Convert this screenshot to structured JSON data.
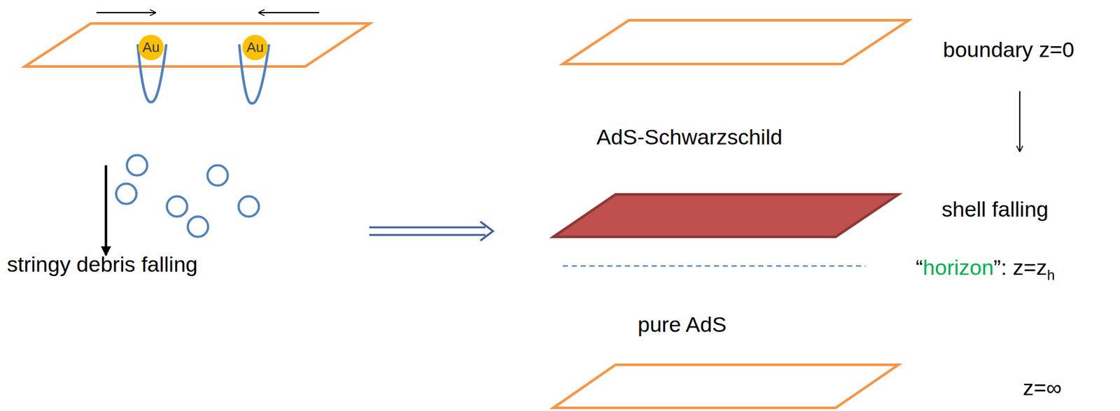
{
  "diagram": {
    "nodes": [
      {
        "text": [
          "Au"
        ]
      },
      {
        "text": [
          "Au"
        ]
      }
    ],
    "labels": [
      "stringy debris falling",
      "AdS-Schwarzschild",
      "boundary z=0",
      "shell falling",
      "“",
      "horizon",
      "”: z=z",
      "h",
      "pure AdS",
      "z=∞"
    ]
  }
}
